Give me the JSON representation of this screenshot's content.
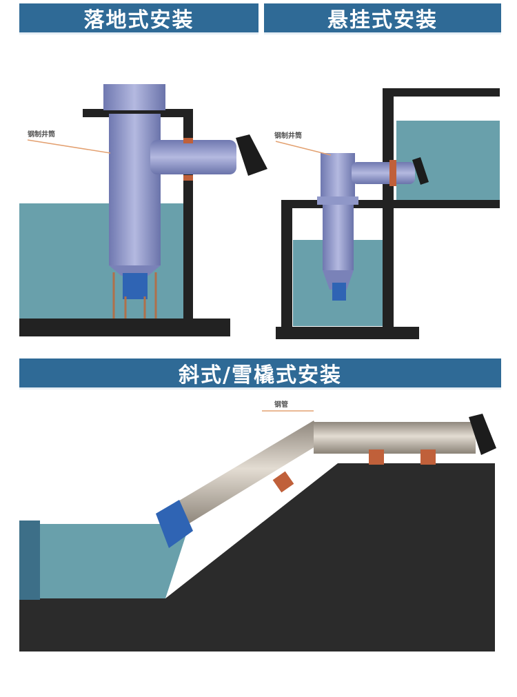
{
  "sections": {
    "floor": {
      "title": "落地式安装",
      "label": "钢制井筒"
    },
    "hanging": {
      "title": "悬挂式安装",
      "label": "钢制井筒"
    },
    "inclined": {
      "title": "斜式/雪橇式安装",
      "label": "钢管"
    }
  },
  "colors": {
    "header": "#2f6a96",
    "water": "#4f8f9c",
    "concrete": "#2a2a2a",
    "pipe_blue": "#8f97c8",
    "pipe_beige": "#c9bfb3",
    "flange": "#c0603a"
  }
}
